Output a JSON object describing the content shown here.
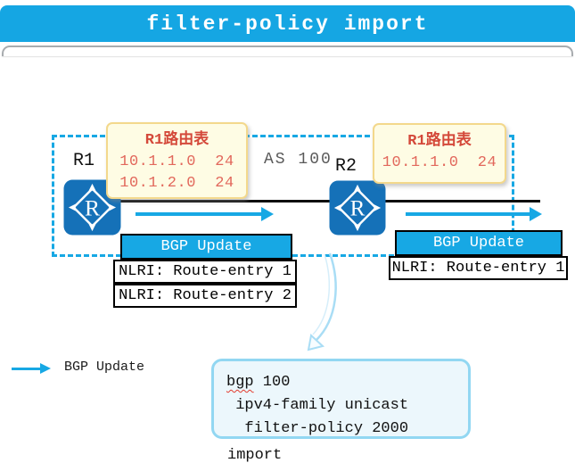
{
  "title": "filter-policy import",
  "diagram": {
    "as_label": "AS 100",
    "router_icon_letter": "R",
    "routers": {
      "left": "R1",
      "right": "R2"
    },
    "route_tables": {
      "left": {
        "title": "R1路由表",
        "entries": [
          "10.1.1.0  24",
          "10.1.2.0  24"
        ]
      },
      "right": {
        "title": "R1路由表",
        "entries": [
          "10.1.1.0  24"
        ]
      }
    },
    "bgp_tables": {
      "left": {
        "header": "BGP Update",
        "rows": [
          "NLRI: Route-entry 1",
          "NLRI: Route-entry 2"
        ]
      },
      "right": {
        "header": "BGP Update",
        "rows": [
          "NLRI: Route-entry 1"
        ]
      }
    }
  },
  "legend": {
    "label": "BGP Update"
  },
  "config_box": {
    "line1_word": "bgp",
    "line1_rest": " 100",
    "line2": " ipv4-family unicast",
    "line3": "  filter-policy 2000",
    "overflow_line": "import"
  },
  "colors": {
    "accent_cyan": "#17a8e4",
    "router_blue": "#1571b8",
    "table_red": "#e2685c",
    "table_title_red": "#d4493a",
    "note_yellow_bg": "#fefce4",
    "note_yellow_border": "#f3d88c",
    "config_border": "#92d7f2",
    "config_bg": "#ecf7fc",
    "as_gray": "#595959",
    "link_black": "#0d0d0d"
  }
}
